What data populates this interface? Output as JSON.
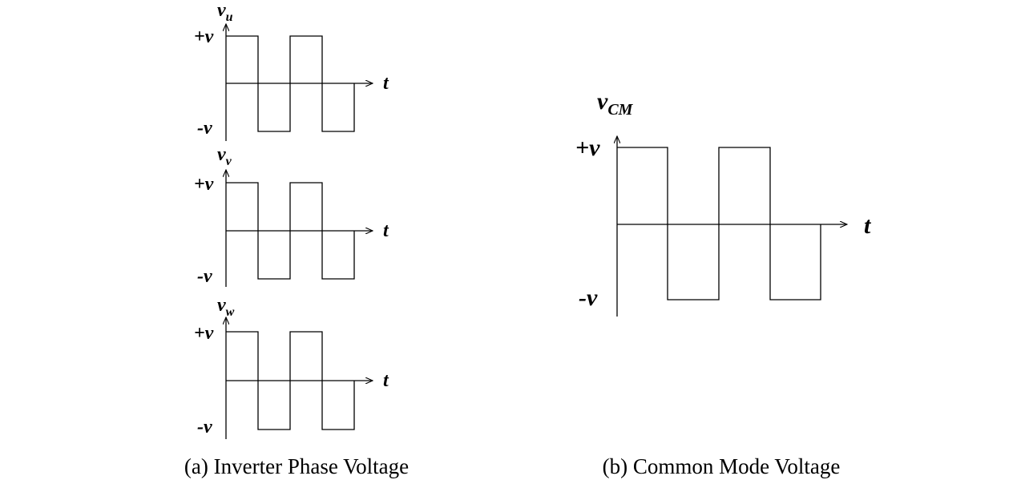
{
  "panel_a": {
    "caption": "(a) Inverter Phase Voltage",
    "plots": [
      {
        "label_main": "v",
        "label_sub": "u",
        "pos_level": "+v",
        "neg_level": "-v",
        "time_label": "t"
      },
      {
        "label_main": "v",
        "label_sub": "v",
        "pos_level": "+v",
        "neg_level": "-v",
        "time_label": "t"
      },
      {
        "label_main": "v",
        "label_sub": "w",
        "pos_level": "+v",
        "neg_level": "-v",
        "time_label": "t"
      }
    ]
  },
  "panel_b": {
    "caption": "(b) Common Mode Voltage",
    "plot": {
      "label_main": "v",
      "label_sub": "CM",
      "pos_level": "+v",
      "neg_level": "-v",
      "time_label": "t"
    }
  },
  "waveform": {
    "description_levels": [
      1,
      -1,
      1,
      -1
    ],
    "segments": 4
  }
}
